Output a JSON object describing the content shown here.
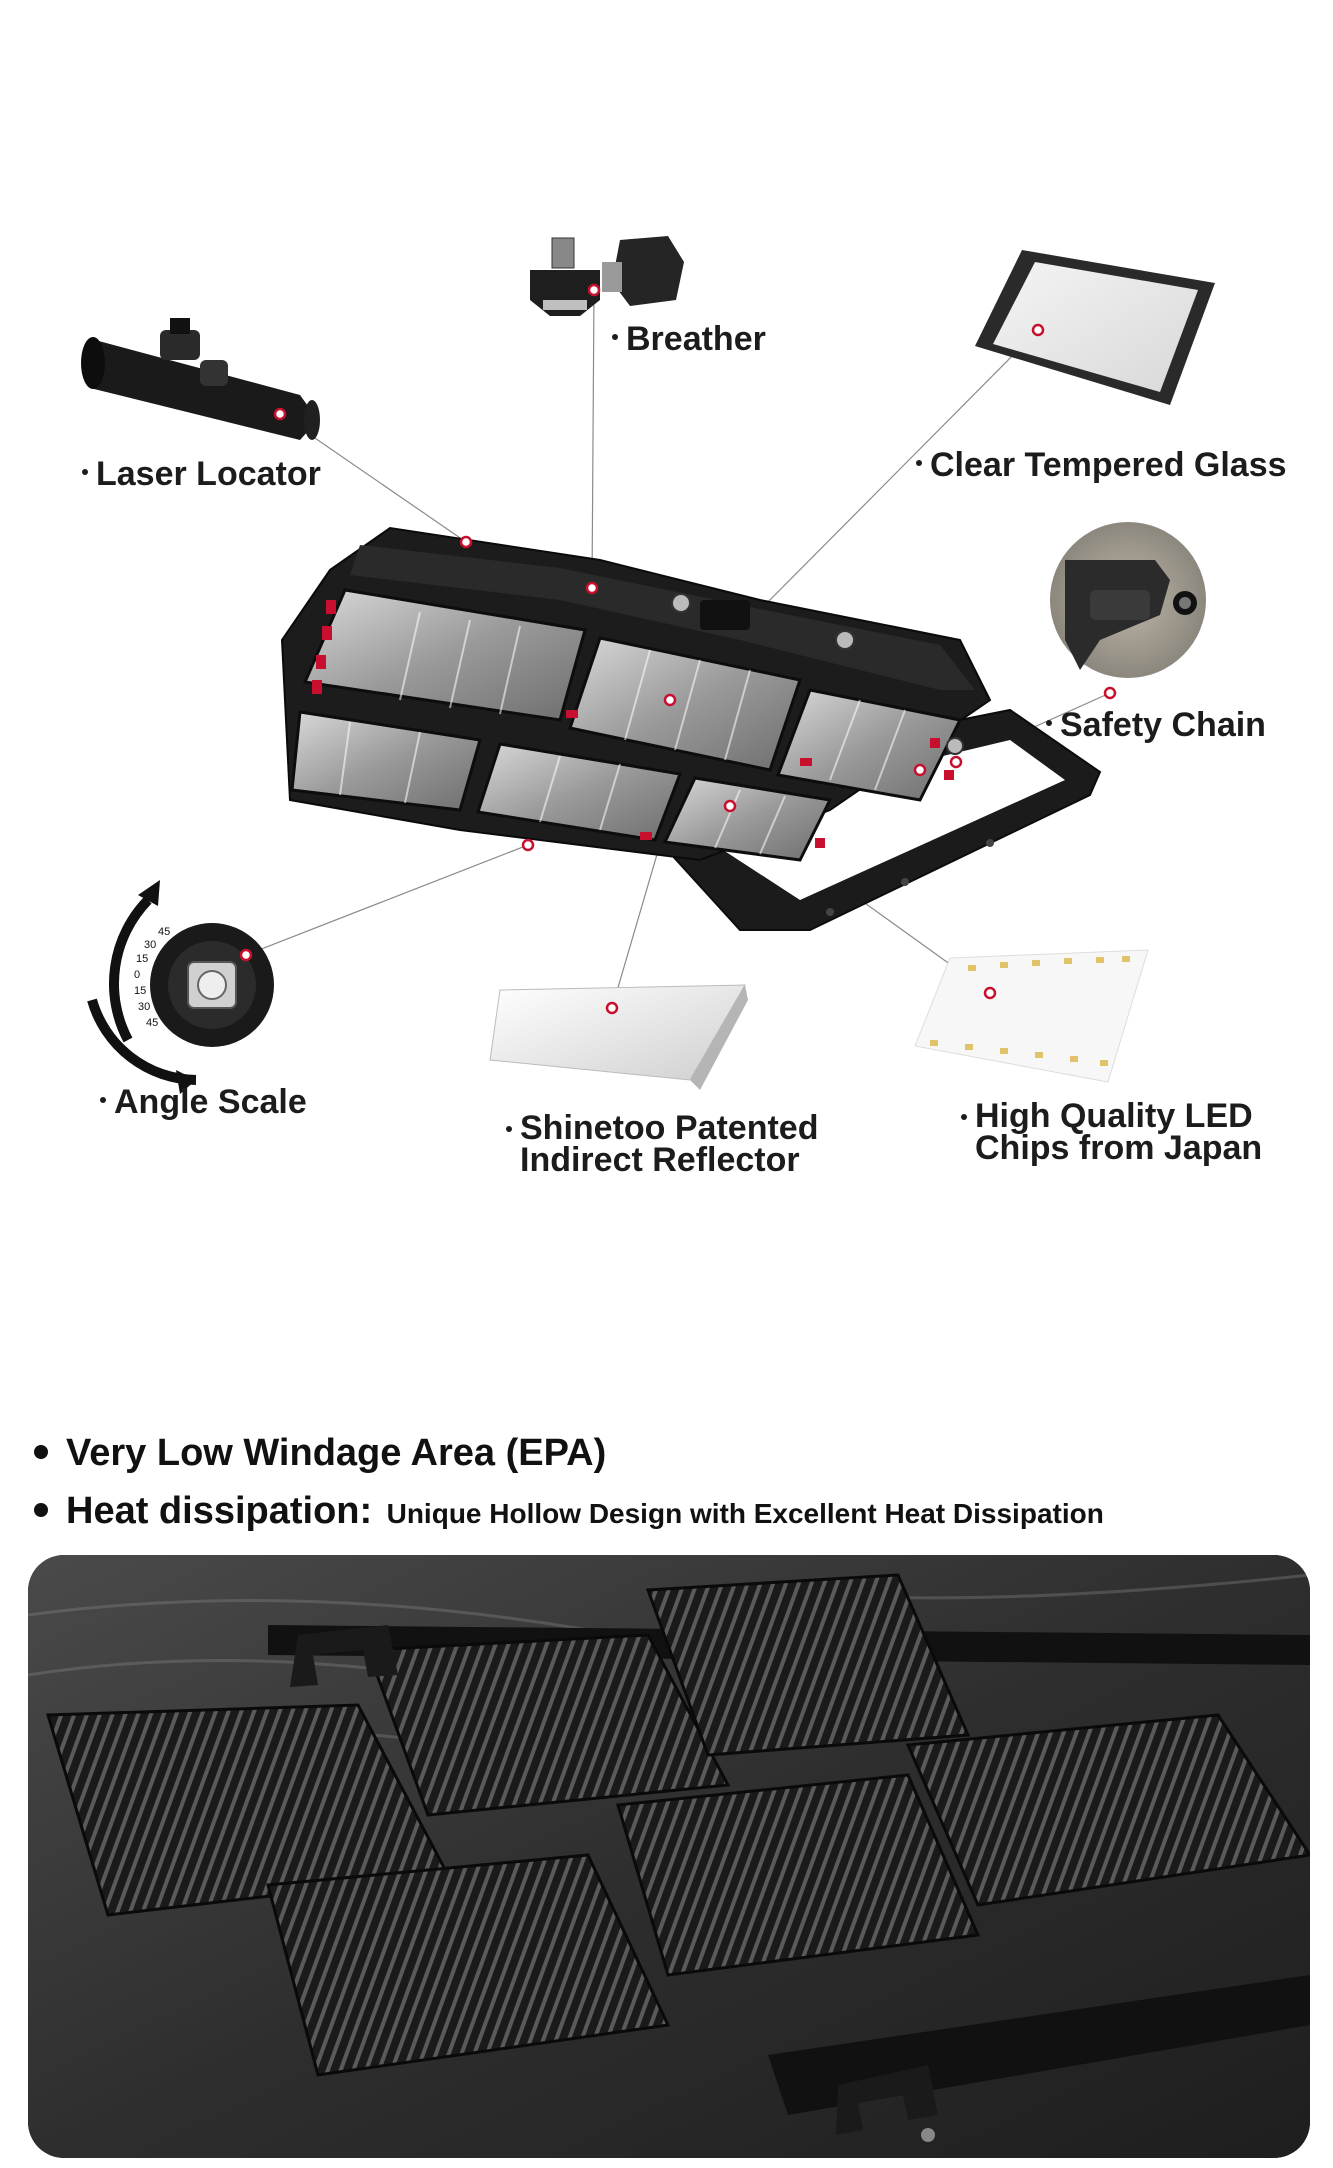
{
  "callouts": {
    "breather": "Breather",
    "laser_locator": "Laser Locator",
    "clear_glass": "Clear Tempered Glass",
    "safety_chain": "Safety Chain",
    "angle_scale": "Angle Scale",
    "reflector_line1": "Shinetoo Patented",
    "reflector_line2": "Indirect Reflector",
    "led_line1": "High Quality LED",
    "led_line2": "Chips from Japan"
  },
  "angle_dial": {
    "tick_labels": [
      "45",
      "30",
      "15",
      "0",
      "15",
      "30",
      "45"
    ]
  },
  "features": {
    "windage": "Very Low Windage Area (EPA)",
    "heat_title": "Heat dissipation:",
    "heat_detail": "Unique Hollow Design with Excellent Heat Dissipation"
  },
  "colors": {
    "accent_red": "#c8102e",
    "fixture_black": "#1b1b1b",
    "panel_dark": "#2b2b2b"
  }
}
